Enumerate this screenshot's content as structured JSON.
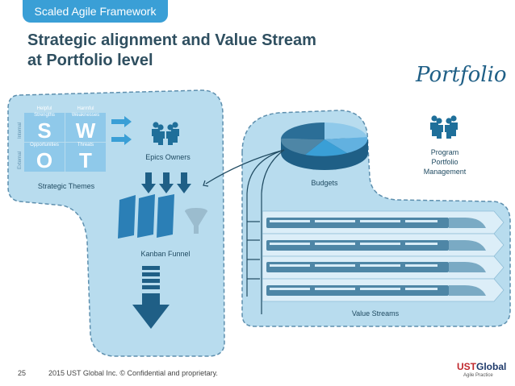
{
  "header": {
    "tab_label": "Scaled Agile Framework",
    "title_line1": "Strategic alignment and Value Stream",
    "title_line2": "at Portfolio level"
  },
  "portfolio_script": "Portfolio",
  "swot": {
    "helpful": "Helpful",
    "harmful": "Harmful",
    "internal": "Internal",
    "external": "External",
    "strengths": "Strengths",
    "weaknesses": "Weaknesses",
    "opportunities": "Opportunities",
    "threats": "Threats",
    "s": "S",
    "w": "W",
    "o": "O",
    "t": "T"
  },
  "labels": {
    "strategic_themes": "Strategic Themes",
    "epics_owners": "Epics Owners",
    "kanban_funnel": "Kanban Funnel",
    "budgets": "Budgets",
    "program_portfolio_management": "Program Portfolio Management",
    "value_streams": "Value Streams"
  },
  "footer": {
    "slide_number": "25",
    "copyright": "2015 UST Global Inc. © Confidential and proprietary.",
    "logo_ust": "UST",
    "logo_global": "Global",
    "logo_sub": "Agile Practice"
  },
  "colors": {
    "tab_blue": "#3a9fd6",
    "light_blob": "#b8dcee",
    "dark_blue": "#1f5f86",
    "people_blue": "#1f6f9a"
  }
}
